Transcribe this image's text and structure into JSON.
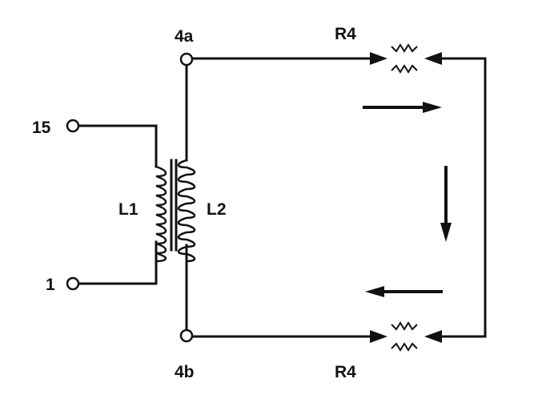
{
  "labels": {
    "terminal_4a": "4a",
    "terminal_4b": "4b",
    "terminal_15": "15",
    "terminal_1": "1",
    "coil_l1": "L1",
    "coil_l2": "L2",
    "spark_plug_top": "R4",
    "spark_plug_bottom": "R4"
  },
  "colors": {
    "line": "#111111",
    "background": "#ffffff"
  }
}
